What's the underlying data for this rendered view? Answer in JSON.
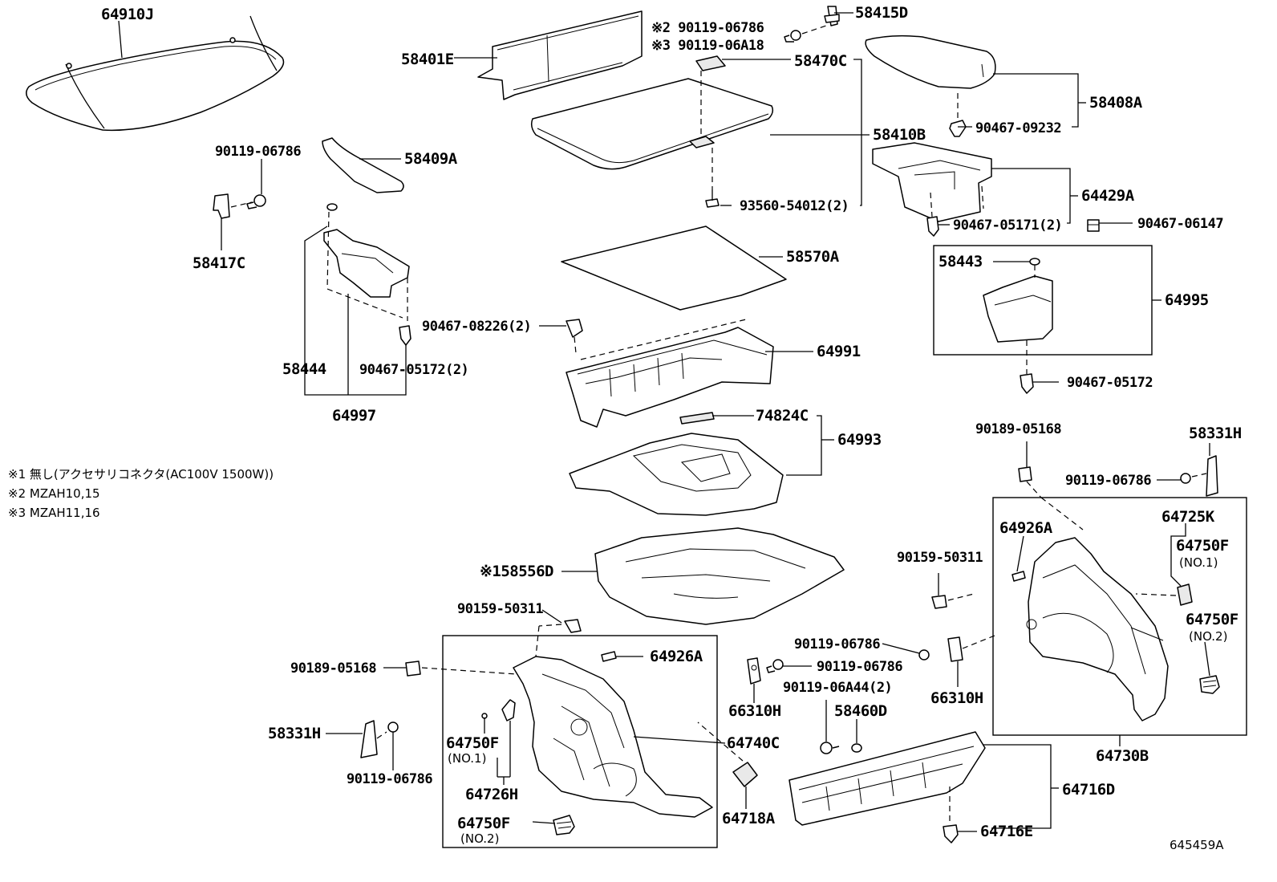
{
  "diagram_id": "645459A",
  "notes": [
    "※1 無し(アクセサリコネクタ(AC100V 1500W))",
    "※2 MZAH10,15",
    "※3 MZAH11,16"
  ],
  "labels": {
    "p64910J": "64910J",
    "p58401E": "58401E",
    "p58415D": "58415D",
    "p90119_06786_n2": "※2 90119-06786",
    "p90119_06A18_n3": "※3 90119-06A18",
    "p58470C": "58470C",
    "p58408A": "58408A",
    "p90467_09232": "90467-09232",
    "p58410B": "58410B",
    "p90119_06786_a": "90119-06786",
    "p58409A": "58409A",
    "p58417C": "58417C",
    "p93560_54012": "93560-54012(2)",
    "p64429A": "64429A",
    "p90467_05171": "90467-05171(2)",
    "p90467_06147": "90467-06147",
    "p58570A": "58570A",
    "p58443": "58443",
    "p64995": "64995",
    "p90467_08226": "90467-08226(2)",
    "p64991": "64991",
    "p58444": "58444",
    "p90467_05172_2": "90467-05172(2)",
    "p64997": "64997",
    "p90467_05172": "90467-05172",
    "p74824C": "74824C",
    "p64993": "64993",
    "p90189_05168_a": "90189-05168",
    "p58331H_a": "58331H",
    "p90119_06786_b": "90119-06786",
    "p64725K": "64725K",
    "p64926A_a": "64926A",
    "p64750F_a": "64750F",
    "p64750F_a_no": "(NO.1)",
    "p58556D": "※158556D",
    "p90159_50311_a": "90159-50311",
    "p64750F_b": "64750F",
    "p64750F_b_no": "(NO.2)",
    "p90159_50311_b": "90159-50311",
    "p90119_06786_c": "90119-06786",
    "p90189_05168_b": "90189-05168",
    "p64926A_b": "64926A",
    "p90119_06786_d": "90119-06786",
    "p66310H_a": "66310H",
    "p66310H_b": "66310H",
    "p90119_06A44": "90119-06A44(2)",
    "p58460D": "58460D",
    "p58331H_b": "58331H",
    "p64750F_c": "64750F",
    "p64750F_c_no": "(NO.1)",
    "p64740C": "64740C",
    "p90119_06786_e": "90119-06786",
    "p64726H": "64726H",
    "p64730B": "64730B",
    "p64716D": "64716D",
    "p64750F_d": "64750F",
    "p64750F_d_no": "(NO.2)",
    "p64718A": "64718A",
    "p64716E": "64716E"
  }
}
